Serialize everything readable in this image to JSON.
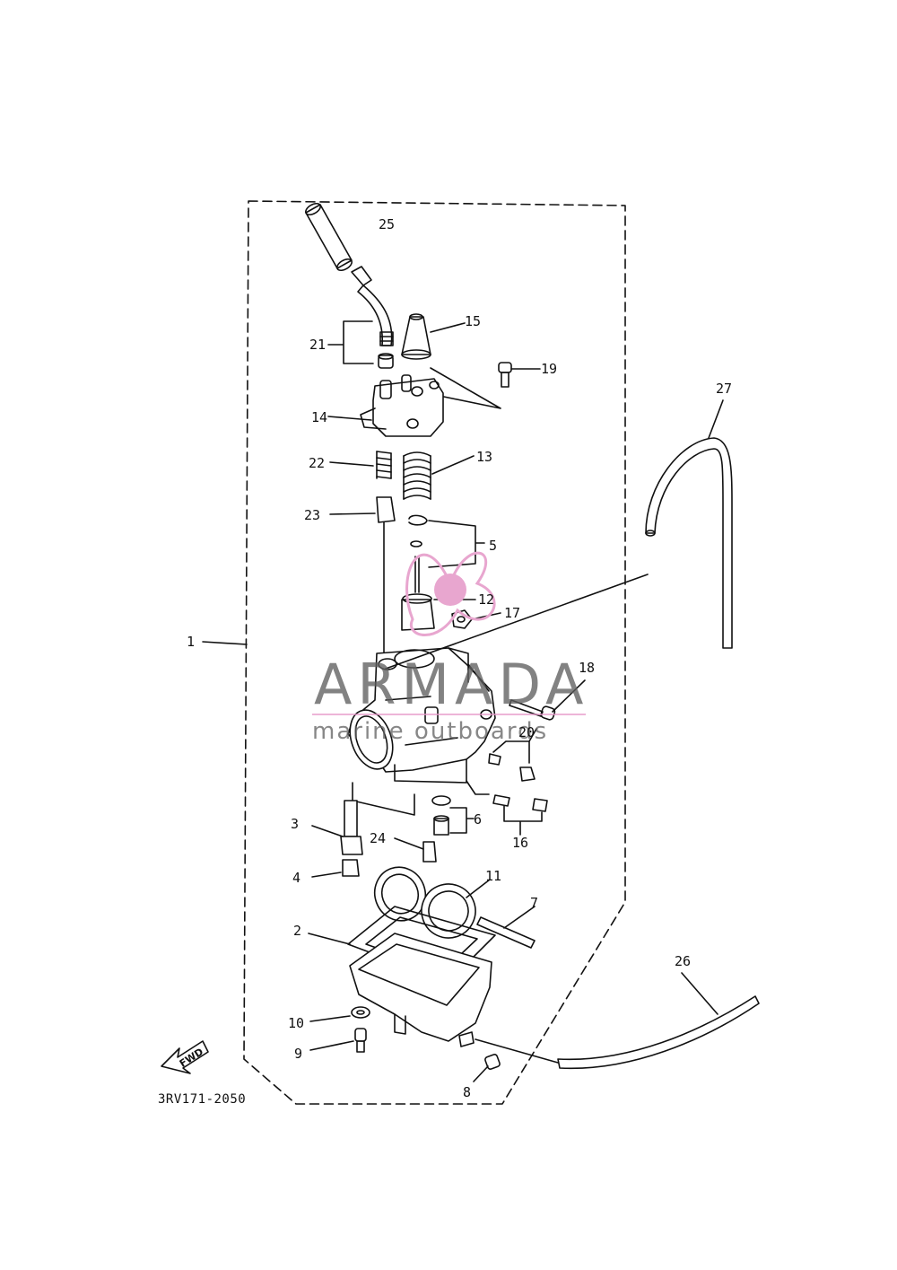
{
  "diagram": {
    "drawing_code": "3RV171-2050",
    "fwd_label": "FWD",
    "watermark": {
      "brand": "ARMADA",
      "tagline": "marine outboards",
      "colors": {
        "text": "#5f5f5f",
        "logo": "#e8a6cf"
      }
    },
    "callouts": {
      "c1": "1",
      "c2": "2",
      "c3": "3",
      "c4": "4",
      "c5": "5",
      "c6": "6",
      "c7": "7",
      "c8": "8",
      "c9": "9",
      "c10": "10",
      "c11": "11",
      "c12": "12",
      "c13": "13",
      "c14": "14",
      "c15": "15",
      "c16": "16",
      "c17": "17",
      "c18": "18",
      "c19": "19",
      "c20": "20",
      "c21": "21",
      "c22": "22",
      "c23": "23",
      "c24": "24",
      "c25": "25",
      "c26": "26",
      "c27": "27"
    }
  }
}
